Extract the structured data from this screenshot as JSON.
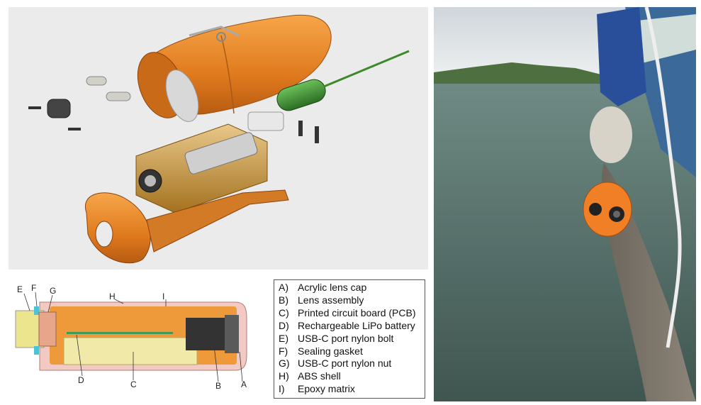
{
  "section_labels": {
    "E": "E",
    "F": "F",
    "G": "G",
    "H": "H",
    "I": "I",
    "D": "D",
    "C": "C",
    "B": "B",
    "A": "A"
  },
  "legend": [
    {
      "key": "A)",
      "text": "Acrylic lens cap"
    },
    {
      "key": "B)",
      "text": "Lens assembly"
    },
    {
      "key": "C)",
      "text": "Printed circuit board (PCB)"
    },
    {
      "key": "D)",
      "text": "Rechargeable LiPo battery"
    },
    {
      "key": "E)",
      "text": "USB-C port nylon bolt"
    },
    {
      "key": "F)",
      "text": "Sealing gasket"
    },
    {
      "key": "G)",
      "text": "USB-C port nylon nut"
    },
    {
      "key": "H)",
      "text": "ABS shell"
    },
    {
      "key": "I)",
      "text": "Epoxy matrix"
    }
  ],
  "colors": {
    "shell_orange": "#e8862a",
    "battery_green": "#3e8a34",
    "epoxy_yellow": "#f1e9a8",
    "gasket_cyan": "#4cc3d6",
    "water": "#5a6e66"
  }
}
